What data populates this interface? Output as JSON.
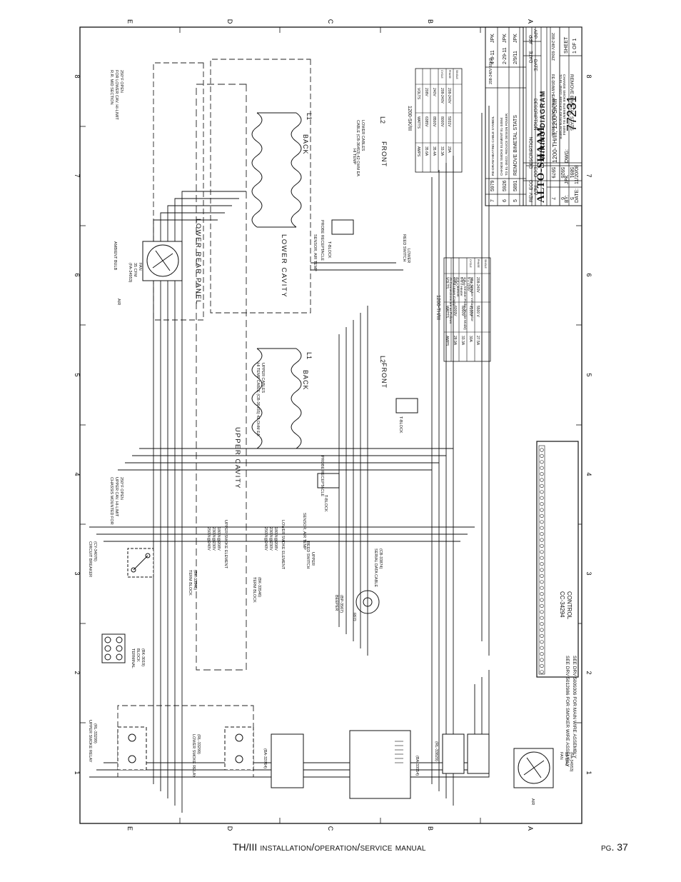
{
  "grid": {
    "rows_top": [
      "E",
      "D",
      "C",
      "B",
      "A"
    ],
    "rows_bottom": [
      "E",
      "D",
      "C",
      "B",
      "A"
    ],
    "cols": [
      "8",
      "7",
      "6",
      "5",
      "4",
      "3",
      "2",
      "1"
    ]
  },
  "brand": {
    "logo_text": "ALTO-SHAAM"
  },
  "title_block": {
    "diagram_title": "WIRING DIAGRAM",
    "model": "1200-TH/III, 1200-SK/III",
    "by_label": "BY:",
    "by_value": "JPK",
    "date_label": "DATE:",
    "date_value": "11/20/08",
    "dwg_label": "DWG:",
    "dwg_number": "77231",
    "sheet_label": "SHEET",
    "sheet_value": "1 OF 1",
    "rev_headers": [
      "REV",
      "ECO",
      "DESCRIPTION",
      "DATE",
      "APP"
    ],
    "revisions": [
      {
        "rev": "7",
        "eco": "5979",
        "desc": "RE-DRAW HEATING CABLE SYMBOL",
        "desc2": "208-240V 60HZ",
        "date": "4-8-11",
        "app": "JPK"
      },
      {
        "rev": "6",
        "eco": "5926",
        "desc": "CHANGE SMOKE ELEMENT EL-34554",
        "desc2": "TO EL-35022, REDUCE DESIGN POWER.",
        "date": "2-29-11",
        "app": "JPK"
      },
      {
        "rev": "5",
        "eco": "5891",
        "desc": "REMOVE BIMETAL STATS",
        "desc2": "",
        "date": "2/9/11",
        "app": "JPK"
      }
    ]
  },
  "table_sk": {
    "caption": "1200-SK/III",
    "headers": [
      "VOLTS",
      "WATTS",
      "AMPS"
    ],
    "rows": [
      [
        "208V",
        "6385V",
        "35.6A"
      ],
      [
        "240V",
        "8500V",
        "35.4A"
      ],
      [
        "208-240V",
        "8000V",
        "33.3A"
      ],
      [
        "208-240V",
        "5931V",
        "29A"
      ]
    ],
    "side_labels": [
      "SINGLE",
      "PHASE",
      "CYCLE"
    ]
  },
  "table_th": {
    "caption": "1200-TH/III",
    "headers": [
      "VOLTS",
      "WATTS",
      "AMPS"
    ],
    "rows": [
      [
        "208V",
        "6009V",
        "28.9A"
      ],
      [
        "240V",
        "8000V",
        "33.3A"
      ],
      [
        "208-240V",
        "7200V",
        "30A"
      ],
      [
        "208-240V",
        "5500 V",
        "27.5A"
      ]
    ],
    "side_labels": [
      "SINGLE",
      "PHASE",
      "CYCLE"
    ]
  },
  "j5_note": [
    "J5 Connections are as Follows",
    "1-2 = Upper Cavity",
    "3-4 = Bottom",
    "5-6 = Heater",
    "7-8 = Smoker Probe (Probe Mode)",
    "9 = 120V",
    "10 = Smoker Voltage Monitor"
  ],
  "labels": {
    "lower_rear_panel": "LOWER REAR PANEL",
    "lower_cavity": "LOWER CAVITY",
    "upper_cavity": "UPPER CAVITY",
    "back": "BACK",
    "front": "FRONT",
    "l1": "L1",
    "l2": "L2",
    "hi_temp_lower": "HI TEMP",
    "lower_cables": "LOWER CABLES",
    "lower_cable_part": "CABLE (CB-36453) 42 OHM EA",
    "upper_cables": "UPPER CABLES",
    "upper_cable_part": "HI TEMP CABLE (CB-36455) 42 OHM EA",
    "control": "CONTROL",
    "control_part": "CC-34294",
    "circuit_breaker": "CIRCUIT BREAKER",
    "circuit_breaker_part": "(CY-34076)",
    "terminal_block": "TERMINAL",
    "terminal_block2": "BLOCK",
    "terminal_block_part": "(BK-3019)",
    "upper_smoke_relay": "UPPER SMOKE RELAY",
    "upper_smoke_relay_part": "(RL-33299)",
    "lower_smoke_relay": "LOWER SMOKE RELAY",
    "lower_smoke_relay_part": "(RL-33299)",
    "term_block": "TERM BLOCK",
    "term_block_part": "(BK-33546)",
    "upper_smoke_element": "UPPER SMOKE ELEMENT",
    "lower_smoke_element": "LOWER SMOKE ELEMENT",
    "element_ratings": [
      "180W@208V",
      "230W@230V",
      "250W@240V"
    ],
    "reed_switch_lower": "REED SWITCH",
    "reed_switch_lower2": "LOWER",
    "reed_switch_upper": "REED SWITCH",
    "reed_switch_upper2": "UPPER",
    "beeper": "BEEPER",
    "beeper_part": "(BP-3567)",
    "serial_data_cable": "SERIAL DATA CABLE",
    "serial_data_cable_part": "(CB-33874)",
    "t_block": "T-BLOCK",
    "sensor_air_temp": "SENSOR, AIR TEMP",
    "probe_receptacle": "PROBE RECEPTACLE",
    "ambient_bulb": "AMBIENT BULB",
    "air_flow": "AIR",
    "fan_left": "FAN",
    "fan_spec": "35 CFM",
    "fan_part": "(FA-34953)",
    "chassis_hi_limit": "CHASSIS MOUNTED FOR",
    "chassis_hi_limit2": "UPPER CAV. HI-LIMIT",
    "chassis_hi_limit3": "250°F OPEN",
    "rr_hi_limit": "R.R. MID SECTION",
    "rr_hi_limit2": "FOR LOWER CAV. HI-LIMIT",
    "rr_hi_limit3": "250°F OPEN",
    "power_supply": "(BA-33554)",
    "relay_block": "(BA-33764)",
    "relay_contactors": "(RL-33829)",
    "red": "RED",
    "see_drv1": "SEE DRV 5009309 FOR MAIN WIRE ASSEMBLY",
    "see_drv2": "SEE DRV 5012986 FOR SMOKER WIRE ASSEMBLY"
  },
  "footer": {
    "manual_lead": "TH/III",
    "manual_rest": " installation/operation/service manual",
    "page_prefix": "pg.",
    "page_number": " 37"
  }
}
